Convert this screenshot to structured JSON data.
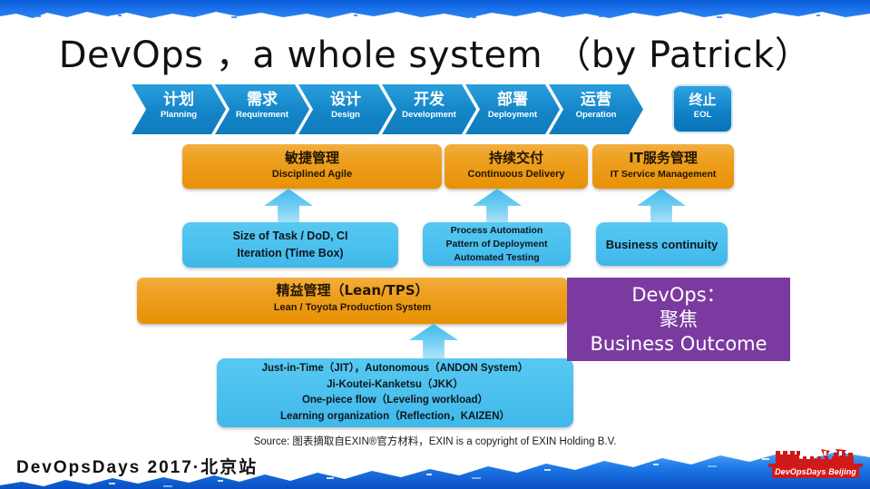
{
  "slide": {
    "title": "DevOps ，a whole system （by Patrick）",
    "source_note": "Source: 图表摘取自EXIN®官方材料，EXIN is a copyright of EXIN Holding B.V.",
    "footer_title": "DevOpsDays 2017·北京站",
    "logo_text": "DevOpsDays Beijing",
    "colors": {
      "banner_blue": "#1b72ea",
      "chevron_blue": "#1485c8",
      "orange": "#eda020",
      "light_blue": "#4cc1ee",
      "purple": "#7b3aa0",
      "logo_red": "#d01a1a"
    }
  },
  "lifecycle": {
    "stages": [
      {
        "cn": "计划",
        "en": "Planning"
      },
      {
        "cn": "需求",
        "en": "Requirement"
      },
      {
        "cn": "设计",
        "en": "Design"
      },
      {
        "cn": "开发",
        "en": "Development"
      },
      {
        "cn": "部署",
        "en": "Deployment"
      },
      {
        "cn": "运营",
        "en": "Operation"
      }
    ],
    "end": {
      "cn": "终止",
      "en": "EOL"
    }
  },
  "practice_boxes": [
    {
      "cn": "敏捷管理",
      "en": "Disciplined Agile"
    },
    {
      "cn": "持续交付",
      "en": "Continuous Delivery"
    },
    {
      "cn": "IT服务管理",
      "en": "IT Service Management"
    }
  ],
  "detail_boxes": [
    {
      "lines": [
        "Size of Task / DoD, CI",
        "Iteration (Time Box)"
      ]
    },
    {
      "lines": [
        "Process Automation",
        "Pattern of Deployment",
        "Automated Testing"
      ]
    },
    {
      "lines": [
        "Business continuity"
      ]
    }
  ],
  "foundation": {
    "cn": "精益管理（Lean/TPS）",
    "en": "Lean / Toyota Production System"
  },
  "principles": {
    "lines": [
      "Just-in-Time（JIT），Autonomous（ANDON System）",
      "Ji-Koutei-Kanketsu（JKK）",
      "One-piece flow（Leveling workload）",
      "Learning organization（Reflection，KAIZEN）"
    ]
  },
  "callout": {
    "line1": "DevOps：",
    "line2": "聚焦",
    "line3": "Business Outcome"
  }
}
